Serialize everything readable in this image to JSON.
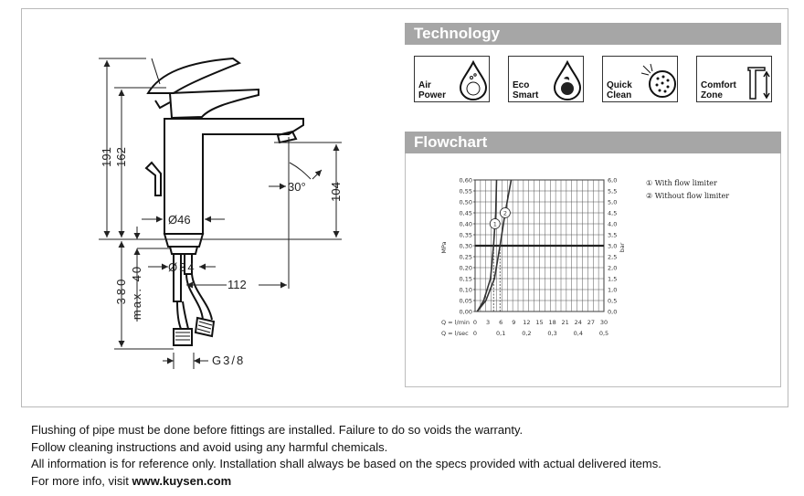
{
  "sections": {
    "technology_title": "Technology",
    "flowchart_title": "Flowchart"
  },
  "technology": [
    {
      "label": "Air\nPower",
      "icon": "air-power-drop-icon",
      "badge": "AIR POWER"
    },
    {
      "label": "Eco\nSmart",
      "icon": "eco-smart-drop-icon",
      "badge": "ECO SMART"
    },
    {
      "label": "Quick\nClean",
      "icon": "quick-clean-spray-icon"
    },
    {
      "label": "Comfort\nZone",
      "icon": "comfort-zone-faucet-icon"
    }
  ],
  "dimensions": {
    "overall_height": "191",
    "spout_height": "162",
    "body_diameter": "Ø46",
    "spout_angle": "30°",
    "outlet_height": "104",
    "shank_diameter": "Ø34",
    "projection": "112",
    "hose_length": "380",
    "max_thickness": "max. 40",
    "connection": "G3/8"
  },
  "chart_data": {
    "type": "line",
    "ylabel_left": "MPa",
    "ylabel_right": "bar",
    "yticks_mpa": [
      "0,60",
      "0,55",
      "0,50",
      "0,45",
      "0,40",
      "0,35",
      "0,30",
      "0,25",
      "0,20",
      "0,15",
      "0,10",
      "0,05",
      "0,00"
    ],
    "yticks_bar": [
      "6,0",
      "5,5",
      "5,0",
      "4,5",
      "4,0",
      "3,5",
      "3,0",
      "2,5",
      "2,0",
      "1,5",
      "1,0",
      "0,5",
      "0,0"
    ],
    "x_lmin_label": "Q = l/min",
    "x_lmin_ticks": [
      "0",
      "3",
      "6",
      "9",
      "12",
      "15",
      "18",
      "21",
      "24",
      "27",
      "30"
    ],
    "x_lsec_label": "Q = l/sec",
    "x_lsec_ticks": [
      "0",
      "0,1",
      "0,2",
      "0,3",
      "0,4",
      "0,5"
    ],
    "ylim": [
      0,
      0.6
    ],
    "xlim_lmin": [
      0,
      30
    ],
    "reference_pressure_mpa": 0.3,
    "series": [
      {
        "name": "With flow limiter",
        "marker": "1",
        "x_lmin": [
          0.5,
          2,
          3.6,
          4.3,
          4.8,
          5.0
        ],
        "y_mpa": [
          0.0,
          0.05,
          0.15,
          0.3,
          0.45,
          0.6
        ]
      },
      {
        "name": "Without flow limiter",
        "marker": "2",
        "x_lmin": [
          0.5,
          2.5,
          4.5,
          5.8,
          7.0,
          8.4
        ],
        "y_mpa": [
          0.0,
          0.05,
          0.15,
          0.3,
          0.45,
          0.6
        ]
      }
    ],
    "legend": [
      "① With flow limiter",
      "② Without flow limiter"
    ],
    "legend_placement": "top-right"
  },
  "notes": {
    "line1": "Flushing of pipe must be done before fittings are installed.  Failure to do so voids the warranty.",
    "line2": "Follow cleaning instructions and avoid using any harmful chemicals.",
    "line3": "All information is for reference only. Installation shall always be based on the specs provided with actual delivered items.",
    "line4_prefix": "For more info, visit ",
    "line4_link": "www.kuysen.com"
  }
}
